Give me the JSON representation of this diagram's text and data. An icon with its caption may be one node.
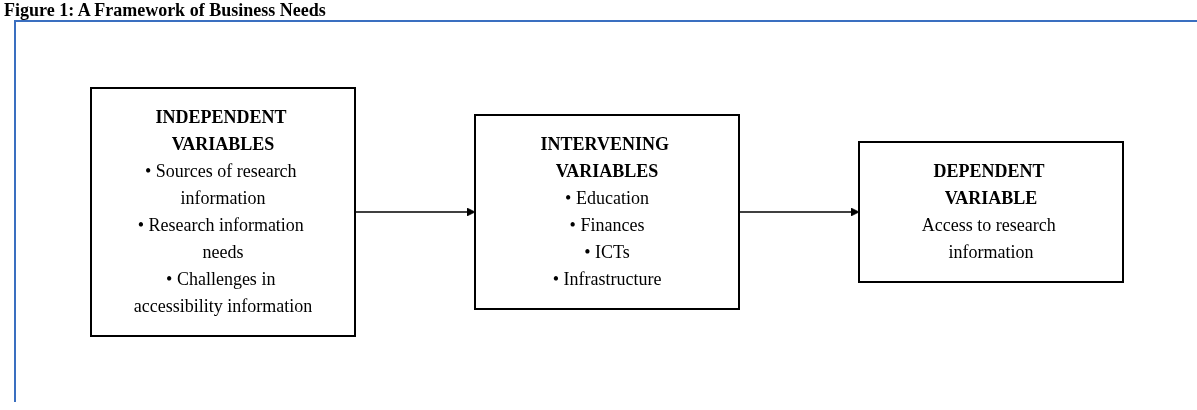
{
  "diagram": {
    "title": "Figure 1: A Framework of Business Needs",
    "nodes": [
      {
        "text": [
          "INDEPENDENT VARIABLES",
          "• Sources of research information",
          "• Research information needs",
          "• Challenges in accessibility information"
        ]
      },
      {
        "text": [
          "INTERVENING VARIABLES",
          "• Education",
          "• Finances",
          "• ICTs",
          "• Infrastructure"
        ]
      },
      {
        "text": [
          "DEPENDENT VARIABLE",
          "Access to research information"
        ]
      }
    ],
    "edges": [
      {
        "from": 0,
        "to": 1,
        "arrow": "to"
      },
      {
        "from": 1,
        "to": 2,
        "arrow": "to"
      }
    ]
  }
}
